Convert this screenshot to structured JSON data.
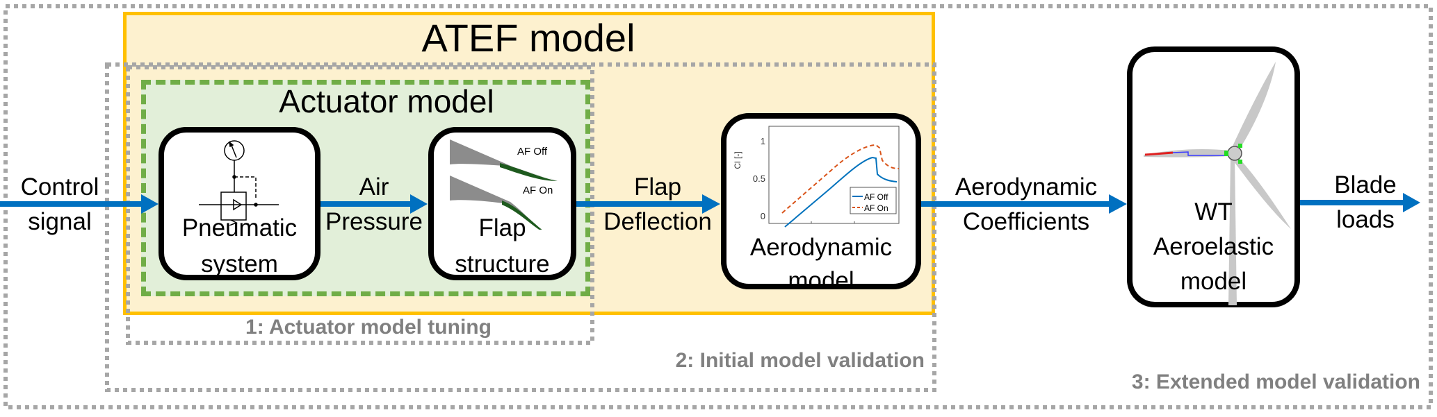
{
  "colors": {
    "atef_fill": "#fdf1cf",
    "atef_border": "#ffc000",
    "actuator_fill": "#e2efd9",
    "actuator_border": "#70ad47",
    "arrow": "#0070c0",
    "stage_border": "#a6a6a6",
    "stage_text": "#808080"
  },
  "atef": {
    "title": "ATEF model"
  },
  "actuator": {
    "title": "Actuator model"
  },
  "inputs": {
    "control_line1": "Control",
    "control_line2": "signal"
  },
  "blocks": {
    "pneumatic": {
      "line1": "Pneumatic",
      "line2": "system",
      "icon": "pneumatic-regulator-icon"
    },
    "flap": {
      "line1": "Flap",
      "line2": "structure",
      "label_off": "AF Off",
      "label_on": "AF On"
    },
    "aero": {
      "line1": "Aerodynamic",
      "line2": "model"
    },
    "wt": {
      "line1": "WT",
      "line2": "Aeroelastic",
      "line3": "model",
      "icon": "wind-turbine-icon"
    }
  },
  "signals": {
    "air_line1": "Air",
    "air_line2": "Pressure",
    "flap_line1": "Flap",
    "flap_line2": "Deflection",
    "coef_line1": "Aerodynamic",
    "coef_line2": "Coefficients",
    "loads_line1": "Blade",
    "loads_line2": "loads"
  },
  "stages": {
    "s1": "1: Actuator model tuning",
    "s2": "2: Initial model validation",
    "s3": "3: Extended model validation"
  },
  "mini_chart": {
    "ylabel": "Cl [-]",
    "yticks": [
      "1",
      "0.5",
      "0"
    ],
    "legend": [
      "AF Off",
      "AF On"
    ],
    "series_colors": [
      "#0072bd",
      "#d95319"
    ]
  }
}
